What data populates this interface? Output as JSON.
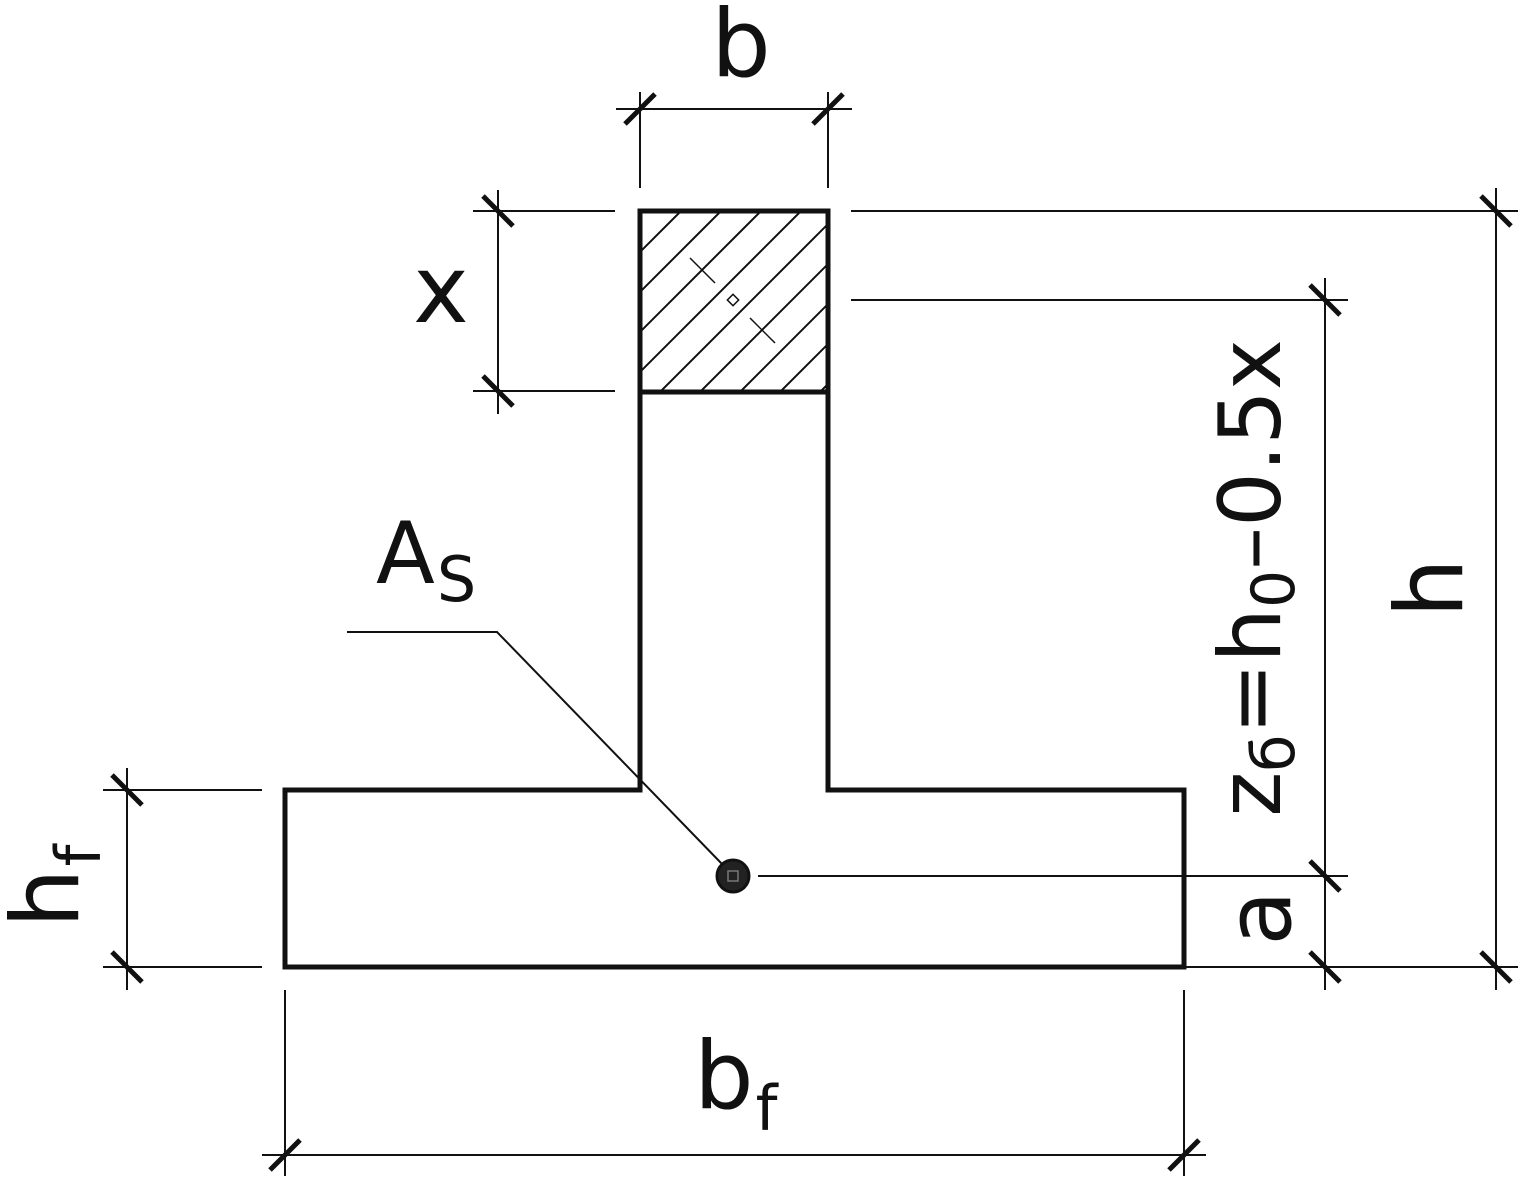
{
  "colors": {
    "ink": "#111111",
    "background": "#ffffff"
  },
  "labels": {
    "b": "b",
    "x": "x",
    "as_main": "A",
    "as_sub": "S",
    "z_main": "z",
    "z_sub": "б",
    "z_eq": "=h",
    "z_sub2": "0",
    "z_tail": "–0.5x",
    "h": "h",
    "a": "a",
    "hf_main": "h",
    "hf_sub": "f",
    "bf_main": "b",
    "bf_sub": "f"
  }
}
